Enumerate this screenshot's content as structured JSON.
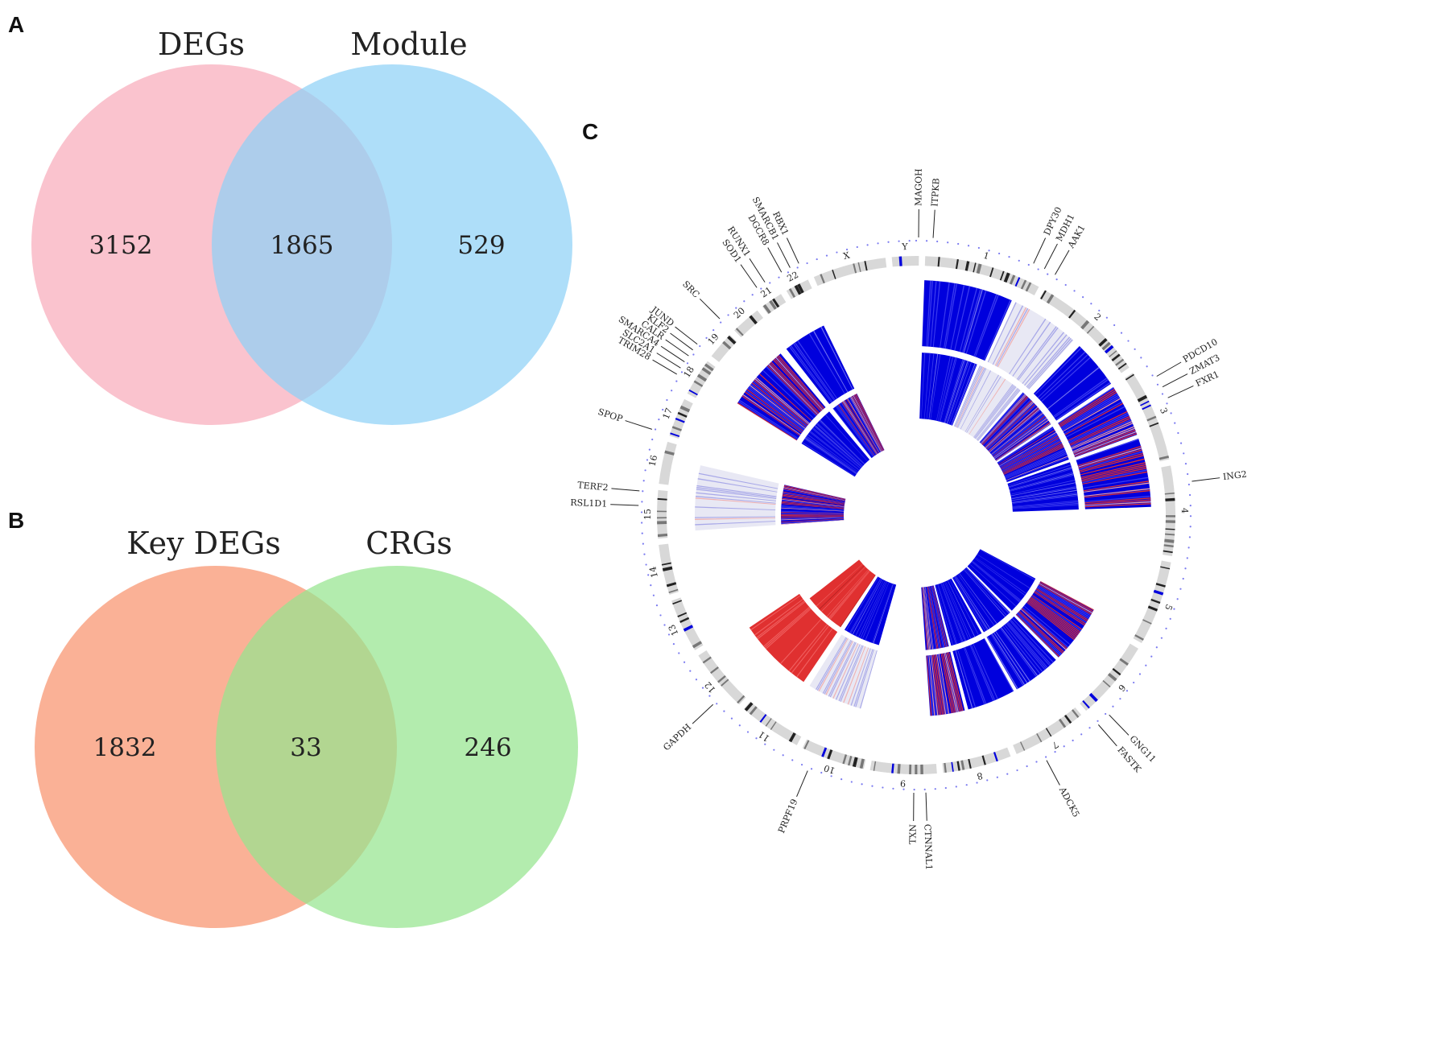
{
  "panels": {
    "A": {
      "label": "A",
      "sets": [
        "DEGs",
        "Module"
      ],
      "counts": {
        "left_only": "3152",
        "intersection": "1865",
        "right_only": "529"
      },
      "colors": {
        "left": "#f9b8c6",
        "right": "#8fd1f6"
      }
    },
    "B": {
      "label": "B",
      "sets": [
        "Key DEGs",
        "CRGs"
      ],
      "counts": {
        "left_only": "1832",
        "intersection": "33",
        "right_only": "246"
      },
      "colors": {
        "left": "#f9a384",
        "right": "#95e58f"
      }
    },
    "C": {
      "label": "C",
      "chromosomes": [
        "1",
        "2",
        "3",
        "4",
        "5",
        "6",
        "7",
        "8",
        "9",
        "10",
        "11",
        "12",
        "13",
        "14",
        "15",
        "16",
        "17",
        "18",
        "19",
        "20",
        "21",
        "22",
        "X",
        "Y"
      ],
      "gene_labels": [
        "MAGOH",
        "ITPKB",
        "DPY30",
        "MDH1",
        "AAK1",
        "PDCD10",
        "ZMAT3",
        "FXR1",
        "ING2",
        "GNG11",
        "FASTK",
        "ADCK5",
        "CTNNAL1",
        "TXN",
        "PRPF19",
        "GAPDH",
        "RSL1D1",
        "TERF2",
        "SPOP",
        "TRIM28",
        "SLC2A1",
        "SMARCA4",
        "CALR",
        "KLF2",
        "JUND",
        "SRC",
        "SOD1",
        "RUNX1",
        "DGCR8",
        "SMARCB1",
        "RBX1"
      ],
      "colors": {
        "high": "#0000dd",
        "mid": "#e03030",
        "light": "#dcdce8",
        "ring_dots": "#7a7af0"
      }
    }
  }
}
